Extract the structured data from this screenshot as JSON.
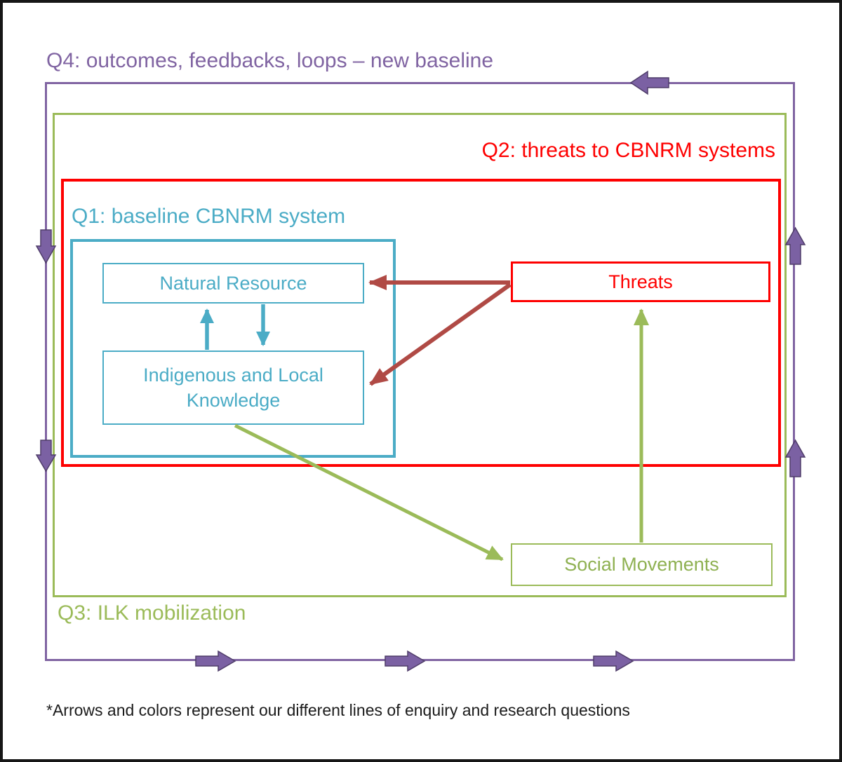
{
  "labels": {
    "q4": "Q4: outcomes, feedbacks, loops – new baseline",
    "q2": "Q2: threats to CBNRM systems",
    "q1": "Q1: baseline CBNRM system",
    "q3": "Q3: ILK mobilization"
  },
  "boxes": {
    "natural_resource": "Natural Resource",
    "indigenous_local_knowledge": "Indigenous and Local Knowledge",
    "threats": "Threats",
    "social_movements": "Social Movements"
  },
  "footnote": "*Arrows and colors represent our different lines of enquiry and research questions",
  "colors": {
    "q4_purple": "#8064A2",
    "q4_block_arrow_fill": "#7B61A3",
    "q4_block_arrow_outline": "#4F3D69",
    "q3_green": "#9BBB59",
    "q2_red": "#FE0000",
    "q2_threat_arrow_maroon": "#B04A45",
    "q1_teal": "#4BACC6",
    "footnote_text": "#1B1B1B",
    "outer_frame": "#161616"
  },
  "connections": [
    {
      "from": "threats",
      "to": "natural_resource",
      "color": "maroon"
    },
    {
      "from": "threats",
      "to": "indigenous_local_knowledge",
      "color": "maroon"
    },
    {
      "from": "indigenous_local_knowledge",
      "to": "natural_resource",
      "color": "teal"
    },
    {
      "from": "natural_resource",
      "to": "indigenous_local_knowledge",
      "color": "teal"
    },
    {
      "from": "indigenous_local_knowledge",
      "to": "social_movements",
      "color": "green"
    },
    {
      "from": "social_movements",
      "to": "threats",
      "color": "green"
    },
    {
      "loop": "q4_outer_boundary",
      "color": "purple",
      "direction": "counter-clockwise flow: down left side, right along bottom, up right side, left along top"
    }
  ]
}
